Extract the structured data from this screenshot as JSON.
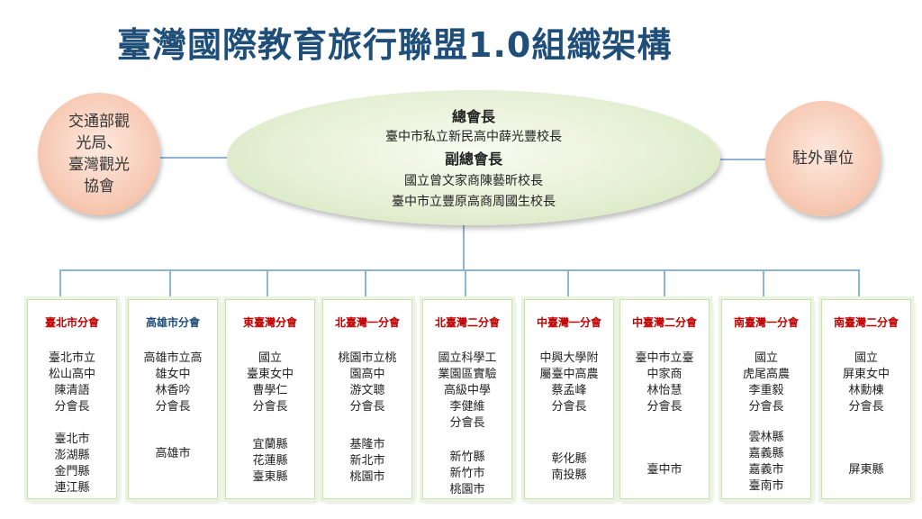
{
  "title": "臺灣國際教育旅行聯盟1.0組織架構",
  "left_circle": {
    "lines": [
      "交通部觀",
      "光局、",
      "臺灣觀光",
      "協會"
    ]
  },
  "right_circle": {
    "label": "駐外單位"
  },
  "center": {
    "president_title": "總會長",
    "president_name": "臺中市私立新民高中薛光豐校長",
    "vice_title": "副總會長",
    "vice_1": "國立曾文家商陳藝昕校長",
    "vice_2": "臺中市立豐原高商周國生校長"
  },
  "colors": {
    "title": "#1f4e79",
    "branch_red": "#c00000",
    "branch_blue": "#1f4e79"
  },
  "branches": [
    {
      "name": "臺北市分會",
      "color": "red",
      "info": [
        "臺北市立",
        "松山高中",
        "陳清語",
        "分會長"
      ],
      "areas": [
        "臺北市",
        "澎湖縣",
        "金門縣",
        "連江縣"
      ]
    },
    {
      "name": "高雄市分會",
      "color": "blue",
      "info": [
        "高雄市立高",
        "雄女中",
        "林香吟",
        "分會長"
      ],
      "areas": [
        "高雄市"
      ]
    },
    {
      "name": "東臺灣分會",
      "color": "red",
      "info": [
        "國立",
        "臺東女中",
        "曹學仁",
        "分會長"
      ],
      "areas": [
        "宜蘭縣",
        "花蓮縣",
        "臺東縣"
      ]
    },
    {
      "name": "北臺灣一分會",
      "color": "red",
      "info": [
        "桃園市立桃",
        "園高中",
        "游文聰",
        "分會長"
      ],
      "areas": [
        "基隆市",
        "新北市",
        "桃園市"
      ]
    },
    {
      "name": "北臺灣二分會",
      "color": "red",
      "info": [
        "國立科學工",
        "業園區實驗",
        "高級中學",
        "李健維",
        "分會長"
      ],
      "areas": [
        "新竹縣",
        "新竹市",
        "桃園市"
      ]
    },
    {
      "name": "中臺灣一分會",
      "color": "red",
      "info": [
        "中興大學附",
        "屬臺中高農",
        "蔡孟峰",
        "分會長"
      ],
      "areas": [
        "彰化縣",
        "南投縣"
      ]
    },
    {
      "name": "中臺灣二分會",
      "color": "red",
      "info": [
        "臺中市立臺",
        "中家商",
        "林怡慧",
        "分會長"
      ],
      "areas": [
        "臺中市"
      ]
    },
    {
      "name": "南臺灣一分會",
      "color": "red",
      "info": [
        "國立",
        "虎尾高農",
        "李重毅",
        "分會長"
      ],
      "areas": [
        "雲林縣",
        "嘉義縣",
        "嘉義市",
        "臺南市"
      ]
    },
    {
      "name": "南臺灣二分會",
      "color": "red",
      "info": [
        "國立",
        "屏東女中",
        "林勳棟",
        "分會長"
      ],
      "areas": [
        "屏東縣"
      ]
    }
  ]
}
